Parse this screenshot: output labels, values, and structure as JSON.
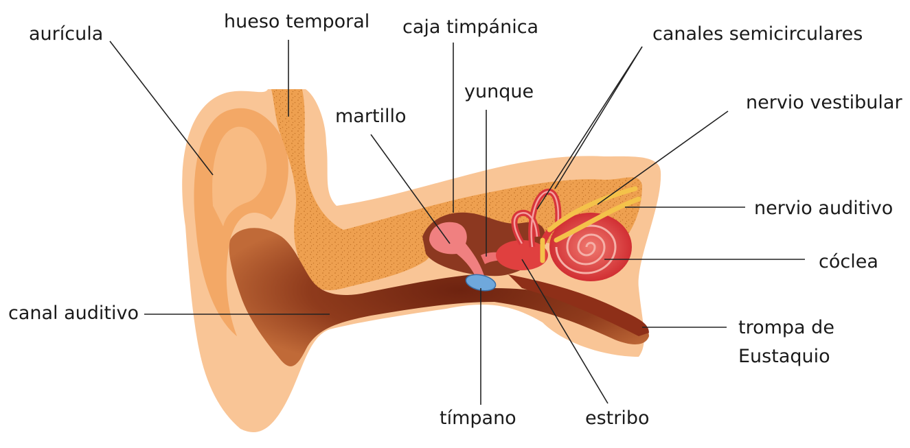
{
  "labels": {
    "auricula": "aurícula",
    "hueso_temporal": "hueso temporal",
    "caja_timpanica": "caja timpánica",
    "canales_semicirculares": "canales semicirculares",
    "martillo": "martillo",
    "yunque": "yunque",
    "nervio_vestibular": "nervio vestibular",
    "nervio_auditivo": "nervio auditivo",
    "coclea": "cóclea",
    "canal_auditivo": "canal auditivo",
    "trompa_de_line1": "trompa de",
    "trompa_de_line2": "Eustaquio",
    "timpano": "tímpano",
    "estribo": "estribo"
  },
  "colors": {
    "skin_light": "#f9c596",
    "skin_mid": "#f3a866",
    "bone": "#eea050",
    "bone_speckle": "#c9792c",
    "canal_dark": "#7a2d17",
    "canal_mid": "#a9512a",
    "cochlea": "#e0403f",
    "nerve": "#f4c24a",
    "eardrum": "#6fa8dc",
    "leader_line": "#222222"
  }
}
